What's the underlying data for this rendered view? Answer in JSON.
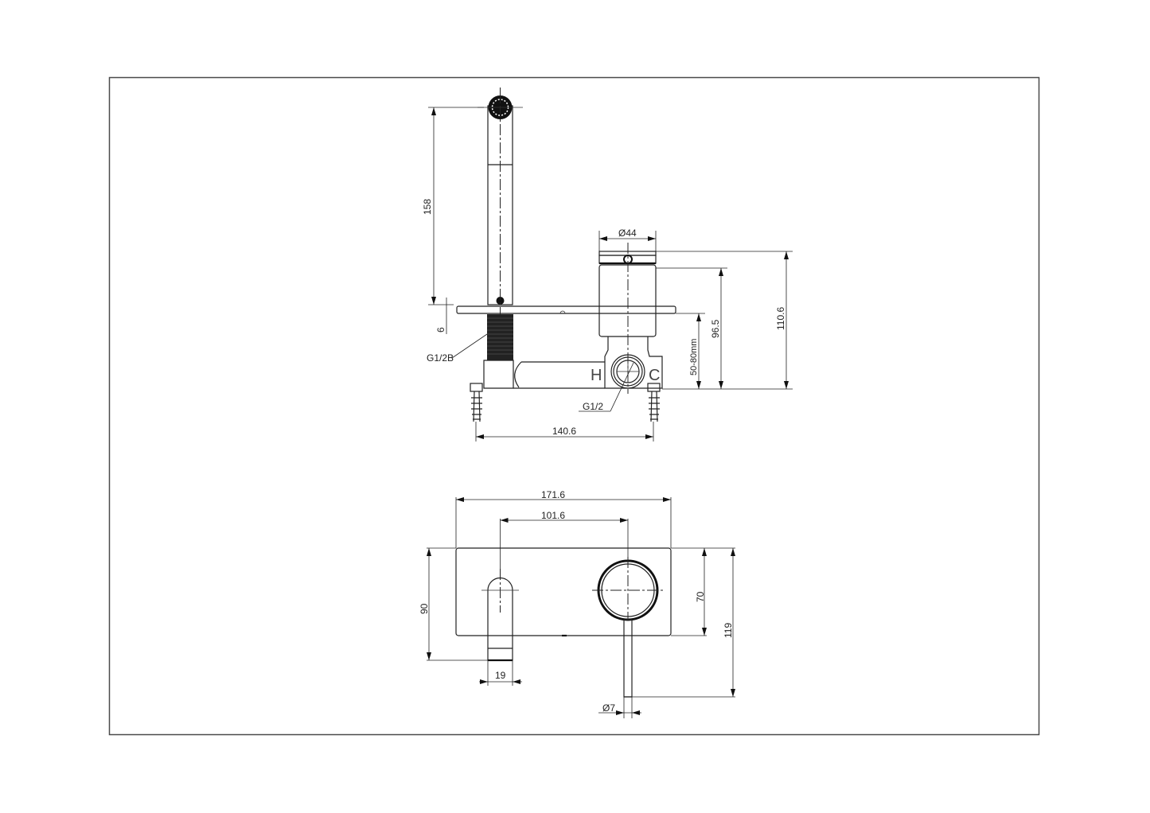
{
  "drawing": {
    "title": "Wall mounted basin mixer with spout - technical drawing",
    "views": {
      "side_view": {
        "dimensions": {
          "spout_length": "158",
          "plate_thickness": "6",
          "handle_diameter": "Ø44",
          "handle_height": "110.6",
          "body_height": "96.5",
          "wall_depth_range": "50-80mm",
          "body_width": "140.6"
        },
        "labels": {
          "spout_thread": "G1/2B",
          "inlet_thread": "G1/2",
          "hot": "H",
          "cold": "C"
        }
      },
      "front_view": {
        "dimensions": {
          "plate_width": "171.6",
          "centre_distance": "101.6",
          "overall_height": "90",
          "plate_height": "70",
          "handle_drop": "119",
          "spout_width": "19",
          "lever_diameter": "Ø7"
        }
      }
    }
  }
}
